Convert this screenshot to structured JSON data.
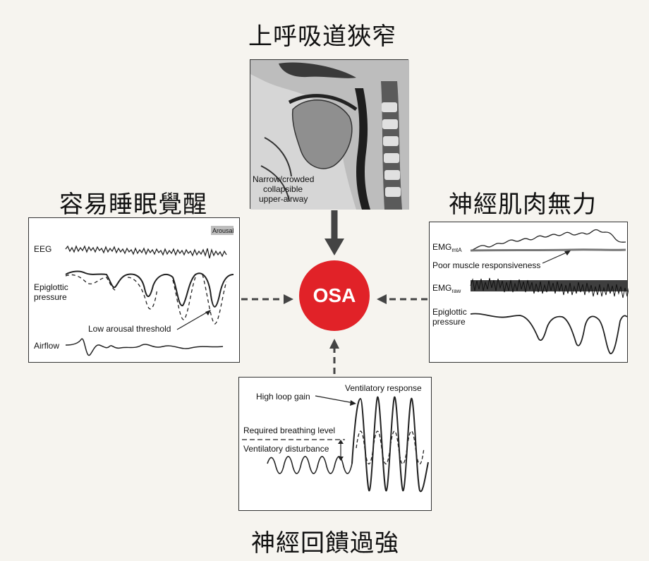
{
  "center_label": "OSA",
  "top": {
    "title": "上呼吸道狹窄",
    "caption_lines": [
      "Narrow/crowded",
      "collapsible",
      "upper-airway"
    ]
  },
  "left": {
    "title": "容易睡眠覺醒",
    "eeg": "EEG",
    "epiglottic": [
      "Epiglottic",
      "pressure"
    ],
    "arousal": "Arousal",
    "threshold": "Low arousal threshold",
    "airflow": "Airflow"
  },
  "right": {
    "title": "神經肌肉無力",
    "emg_mta_base": "EMG",
    "emg_mta_sub": "mtA",
    "poor_response": "Poor muscle responsiveness",
    "emg_raw_base": "EMG",
    "emg_raw_sub": "raw",
    "epiglottic": [
      "Epiglottic",
      "pressure"
    ]
  },
  "bottom": {
    "title": "神經回饋過強",
    "high_loop_gain": "High loop gain",
    "ventilatory_response": "Ventilatory response",
    "required_level": "Required breathing level",
    "disturbance": "Ventilatory disturbance"
  },
  "colors": {
    "center": "#e12228",
    "arrow": "#444444"
  }
}
